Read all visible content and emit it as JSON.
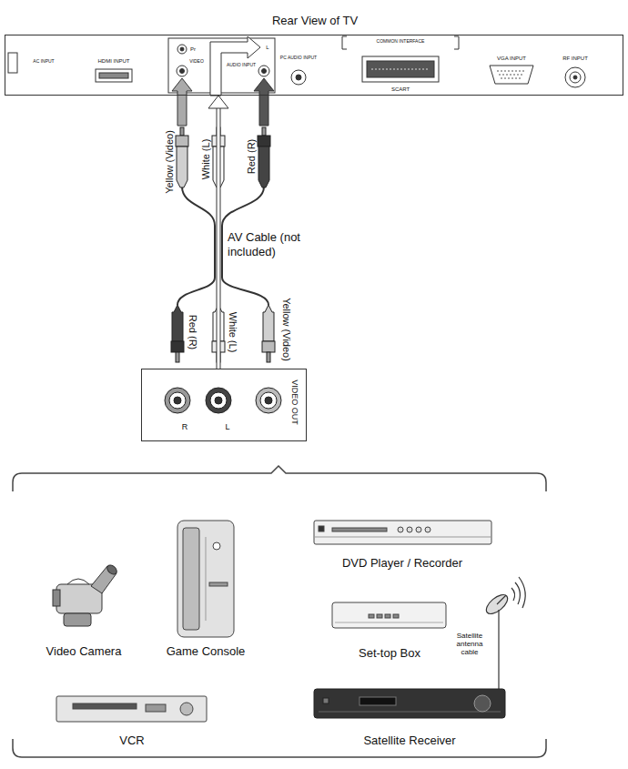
{
  "diagram": {
    "nodes": [
      {
        "text": [
          "Rear View of TV"
        ]
      },
      {
        "text": [
          "VIDEO OUT"
        ]
      }
    ],
    "edges": [
      {
        "from": 1,
        "to": 0,
        "arrow": "to",
        "label": "AV Cable (not included)"
      }
    ],
    "labels": [
      "AC INPUT",
      "HDMI INPUT",
      "Pr",
      "VIDEO",
      "AUDIO INPUT",
      "L",
      "PC AUDIO INPUT",
      "COMMON INTERFACE",
      "SCART",
      "VGA INPUT",
      "RF INPUT",
      "Yellow (Video)",
      "White (L)",
      "Red (R)",
      "Red (R)",
      "White (L)",
      "Yellow (Video)",
      "R",
      "L",
      "Video Camera",
      "Game Console",
      "DVD Player / Recorder",
      "Set-top Box",
      "Satellite antenna cable",
      "VCR",
      "Satellite Receiver"
    ]
  }
}
